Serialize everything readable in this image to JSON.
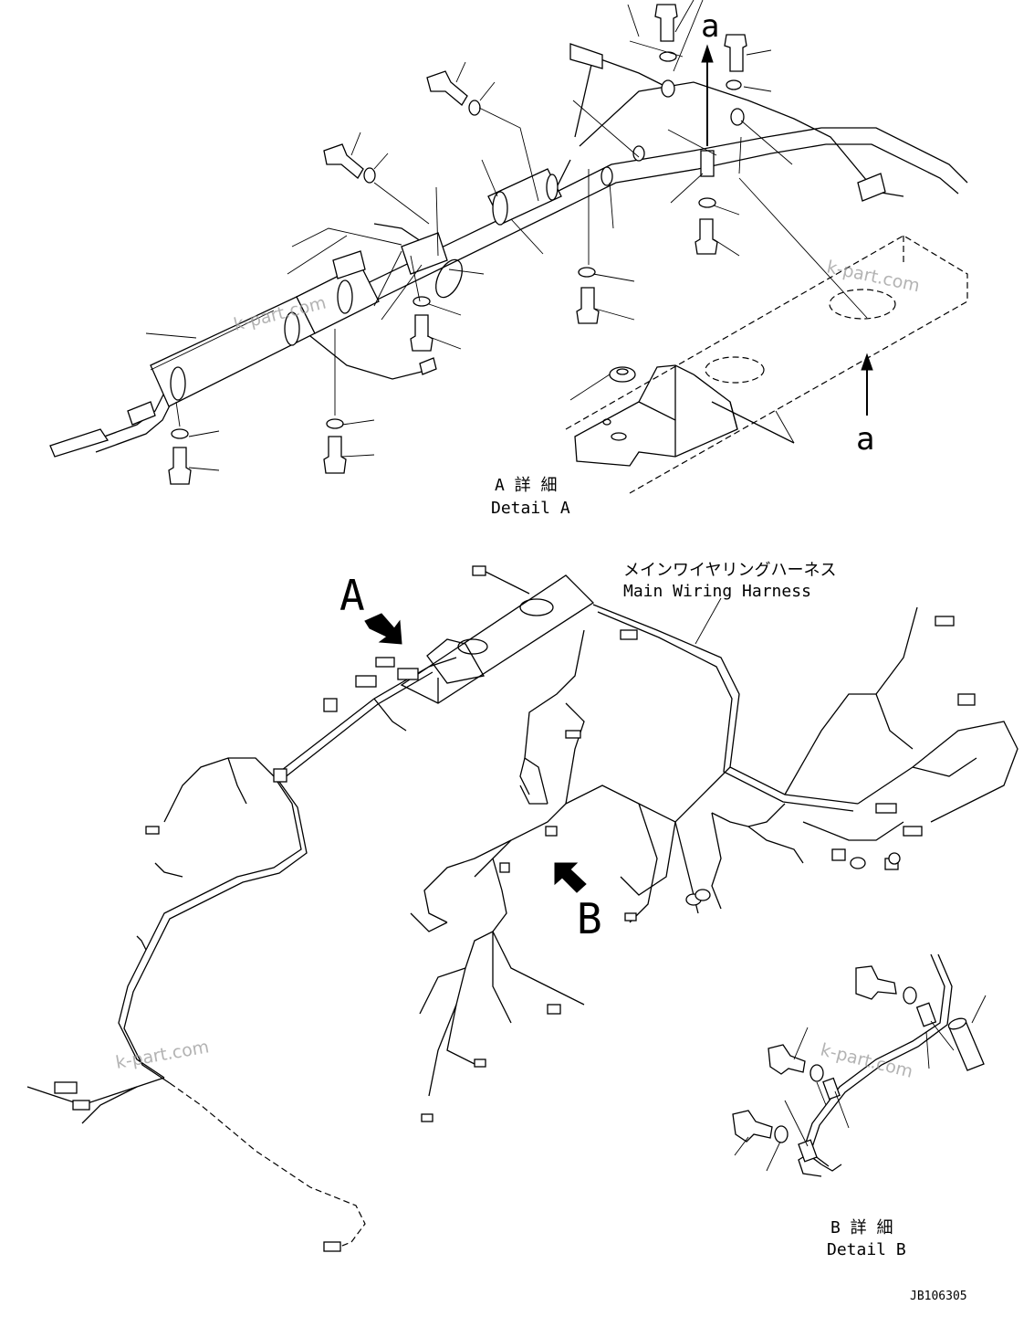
{
  "detail_a": {
    "label_jp": "A 詳 細",
    "label_en": "Detail A",
    "arrow_label_top": "a",
    "arrow_label_bottom": "a"
  },
  "harness": {
    "label_jp": "メインワイヤリングハーネス",
    "label_en": "Main Wiring Harness",
    "marker_a": "A",
    "marker_b": "B"
  },
  "detail_b": {
    "label_jp": "B 詳 細",
    "label_en": "Detail B"
  },
  "drawing_code": "JB106305",
  "watermarks": [
    "k-part.com",
    "k-part.com",
    "k-part.com",
    "k-part.com"
  ]
}
